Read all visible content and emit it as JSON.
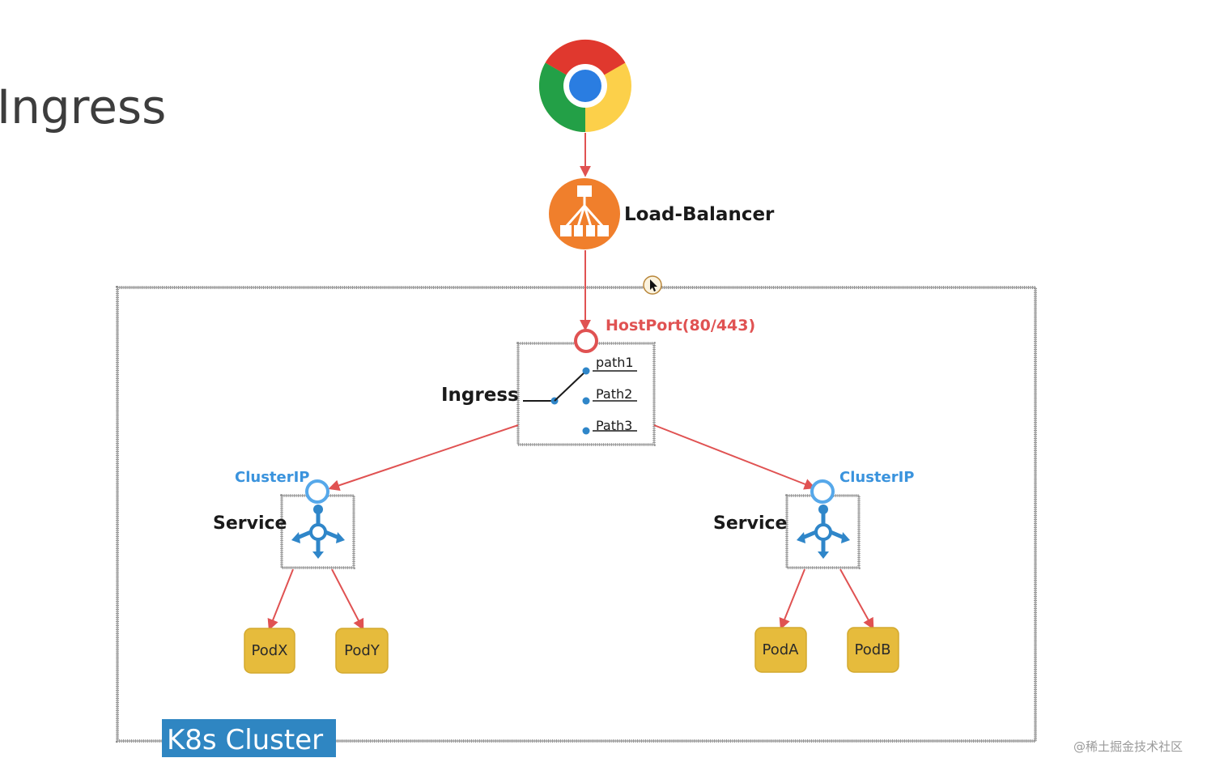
{
  "slide": {
    "title": "Ingress"
  },
  "colors": {
    "arrow": "#e05252",
    "frame": "#8a8a8a",
    "accent_blue": "#2f86c9",
    "label_blue": "#3a93dd",
    "pod_fill": "#e6bb3c",
    "lb_orange": "#f07f2c",
    "cluster_label_bg": "#2f86c2"
  },
  "browser": {
    "icon": "chrome-icon"
  },
  "load_balancer": {
    "icon": "load-balancer-icon",
    "label": "Load-Balancer"
  },
  "ingress": {
    "label": "Ingress",
    "port_label": "HostPort(80/443)",
    "paths": [
      "path1",
      "Path2",
      "Path3"
    ]
  },
  "services": [
    {
      "label": "Service",
      "ip_label": "ClusterIP",
      "icon": "service-icon",
      "pods": [
        "PodX",
        "PodY"
      ]
    },
    {
      "label": "Service",
      "ip_label": "ClusterIP",
      "icon": "service-icon",
      "pods": [
        "PodA",
        "PodB"
      ]
    }
  ],
  "cluster": {
    "label": "K8s Cluster"
  },
  "watermark": "@稀土掘金技术社区"
}
